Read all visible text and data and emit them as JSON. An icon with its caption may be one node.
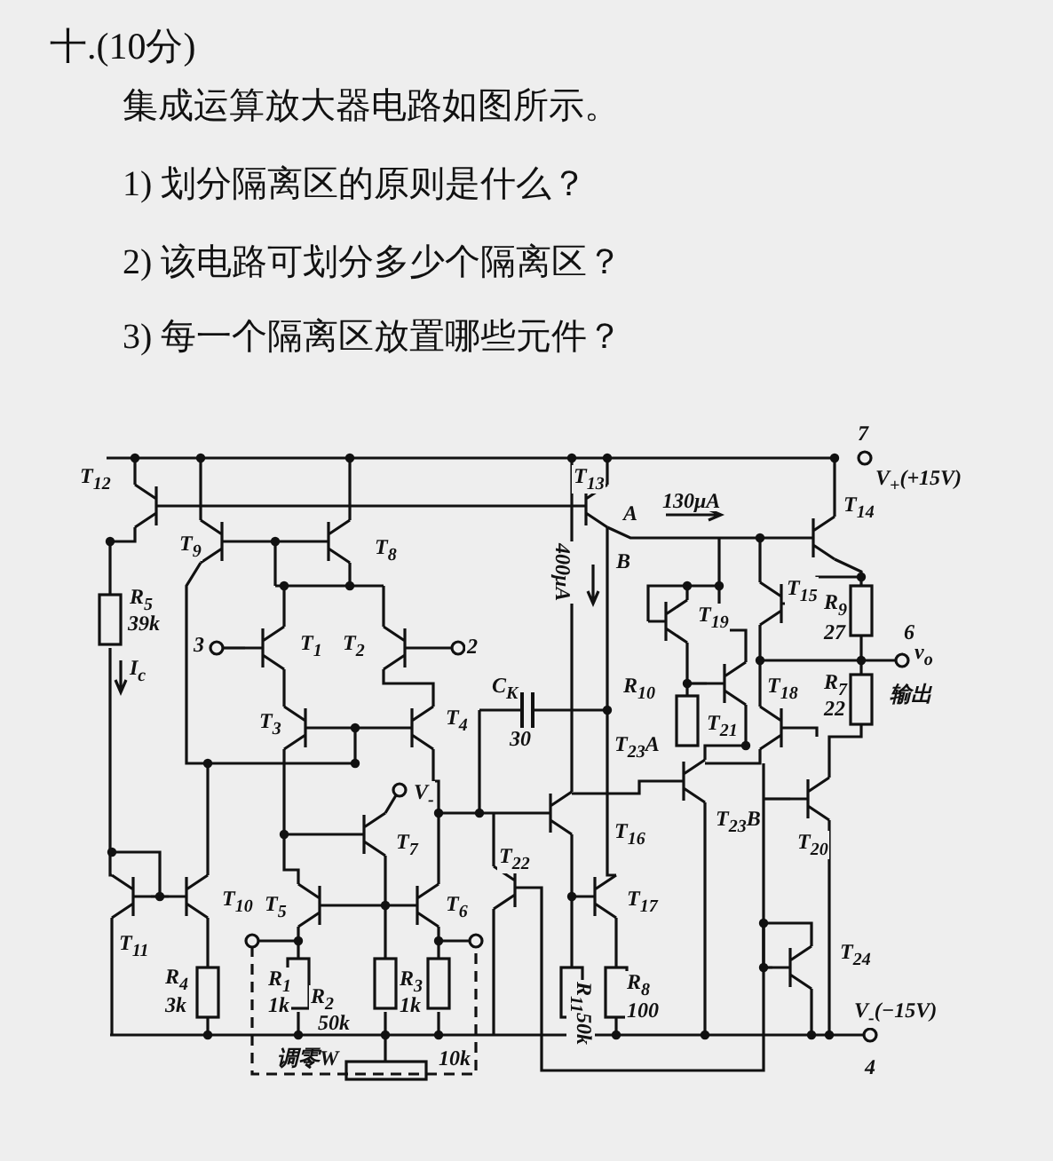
{
  "diagram": {
    "title": "十.(10分)",
    "labels": [
      "集成运算放大器电路如图所示。",
      "1) 划分隔离区的原则是什么？",
      "2) 该电路可划分多少个隔离区？",
      "3) 每一个隔离区放置哪些元件？",
      "7",
      "T$_{12}$",
      "T$_{13}$",
      "130μA",
      "T$_{14}$",
      "V$_{+}$(+15V)",
      "T$_{9}$",
      "T$_{8}$",
      "B",
      "A",
      "400μA",
      "R$_{5}$",
      "39k",
      "T$_{19}$",
      "T$_{15}$",
      "R$_{9}$",
      "27",
      "3",
      "T$_{1}$",
      "T$_{2}$",
      "2",
      "6",
      "v$_{o}$",
      "I$_{c}$",
      "C$_{K}$",
      "R$_{10}$",
      "T$_{18}$",
      "R$_{7}$",
      "22",
      "输出",
      "T$_{3}$",
      "T$_{4}$",
      "30",
      "T$_{23}$A",
      "T$_{21}$",
      "V$_{-}$",
      "T$_{7}$",
      "T$_{22}$",
      "T$_{16}$",
      "T$_{23}$B",
      "T$_{20}$",
      "T$_{10}$",
      "T$_{5}$",
      "T$_{6}$",
      "T$_{17}$",
      "T$_{11}$",
      "T$_{24}$",
      "R$_{4}$",
      "3k",
      "R$_{1}$",
      "1k",
      "R$_{2}$",
      "50k",
      "R$_{3}$",
      "1k",
      "R$_{11}$50k",
      "R$_{8}$",
      "100",
      "V$_{-}$(−15V)",
      "4",
      "调零W",
      "10k"
    ]
  }
}
